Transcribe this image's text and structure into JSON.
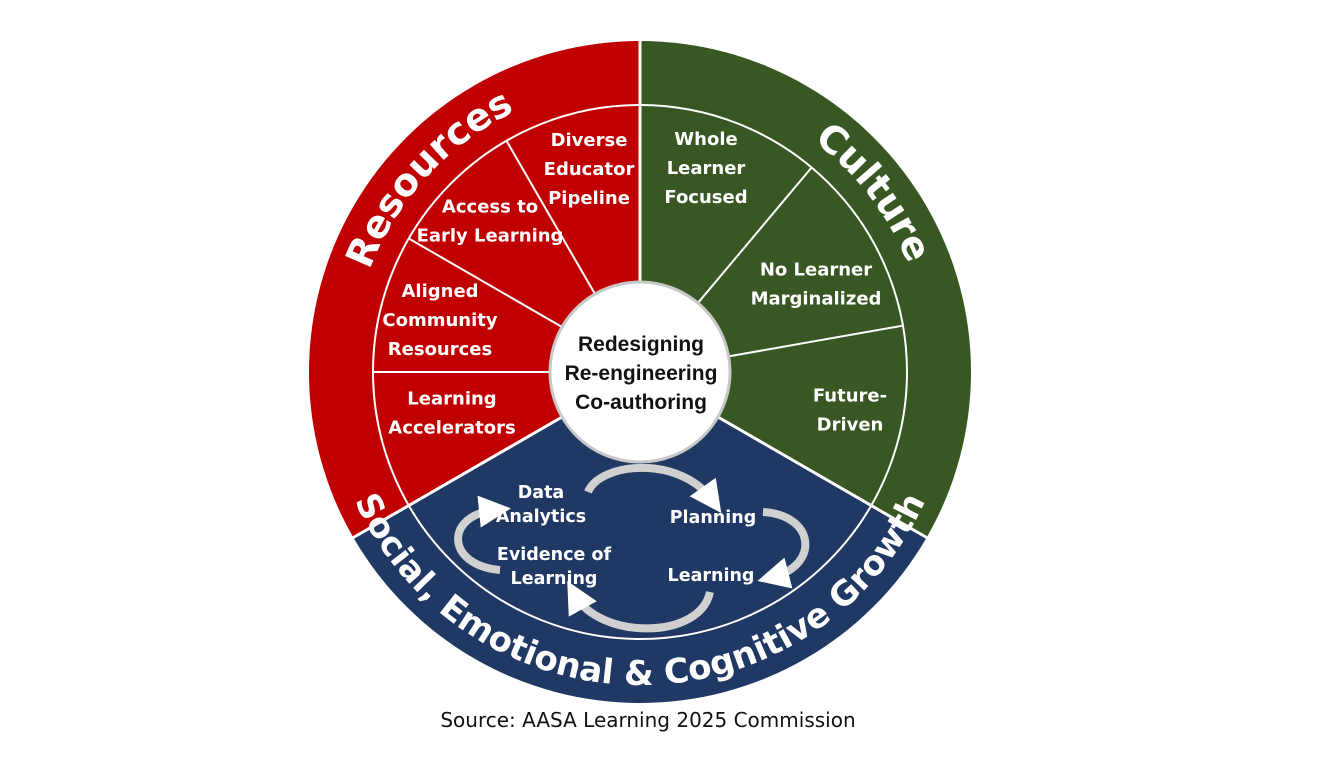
{
  "colors": {
    "resources": "#c00000",
    "culture": "#385723",
    "growth": "#203864",
    "divider": "#ffffff",
    "center_fill": "#ffffff",
    "arrow": "#dcdcdc"
  },
  "categories": {
    "resources": "Resources",
    "culture": "Culture",
    "growth": "Social, Emotional & Cognitive Growth"
  },
  "center": {
    "lines": [
      "Redesigning",
      "Re-engineering",
      "Co-authoring"
    ]
  },
  "resources_segments": [
    {
      "lines": [
        "Learning",
        "Accelerators"
      ]
    },
    {
      "lines": [
        "Aligned",
        "Community",
        "Resources"
      ]
    },
    {
      "lines": [
        "Access to",
        "Early Learning"
      ]
    },
    {
      "lines": [
        "Diverse",
        "Educator",
        "Pipeline"
      ]
    }
  ],
  "culture_segments": [
    {
      "lines": [
        "Whole",
        "Learner",
        "Focused"
      ]
    },
    {
      "lines": [
        "No Learner",
        "Marginalized"
      ]
    },
    {
      "lines": [
        "Future-",
        "Driven"
      ]
    }
  ],
  "cycle": {
    "steps": [
      {
        "lines": [
          "Data",
          "Analytics"
        ]
      },
      {
        "lines": [
          "Planning"
        ]
      },
      {
        "lines": [
          "Learning"
        ]
      },
      {
        "lines": [
          "Evidence of",
          "Learning"
        ]
      }
    ]
  },
  "source": "Source: AASA Learning 2025 Commission"
}
